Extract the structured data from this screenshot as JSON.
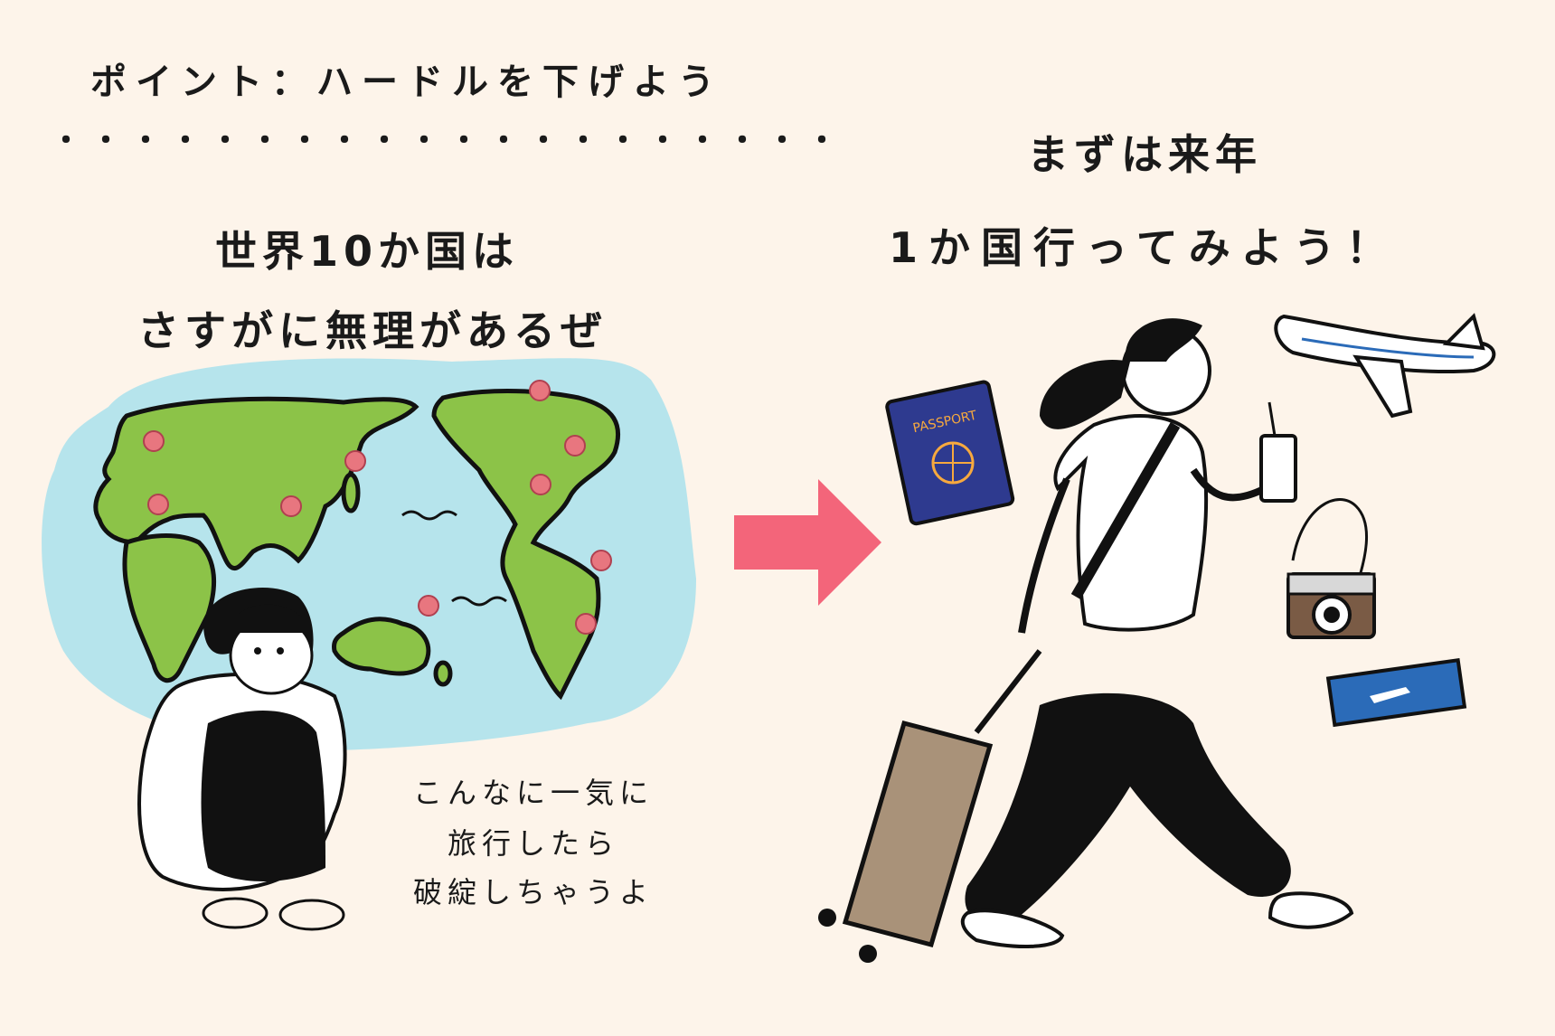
{
  "title": "ポイント：ハードルを下げよう",
  "dots": "・・・・・・・・・・・・・・・・・・・・",
  "left": {
    "line1": "世界10か国は",
    "line2": "さすがに無理があるぜ",
    "note": [
      "こんなに一気に",
      "旅行したら",
      "破綻しちゃうよ"
    ]
  },
  "right": {
    "line1": "まずは来年",
    "line2": "1か国行ってみよう！"
  },
  "passport_label": "PASSPORT",
  "colors": {
    "background": "#fdf4ea",
    "ocean": "#b6e4ec",
    "land": "#8cc348",
    "arrow": "#f3657a",
    "pin": "#e8767f",
    "passport": "#2e3a8f",
    "suitcase": "#a99279",
    "ticket": "#2b6bb8",
    "camera": "#7a5b45"
  }
}
